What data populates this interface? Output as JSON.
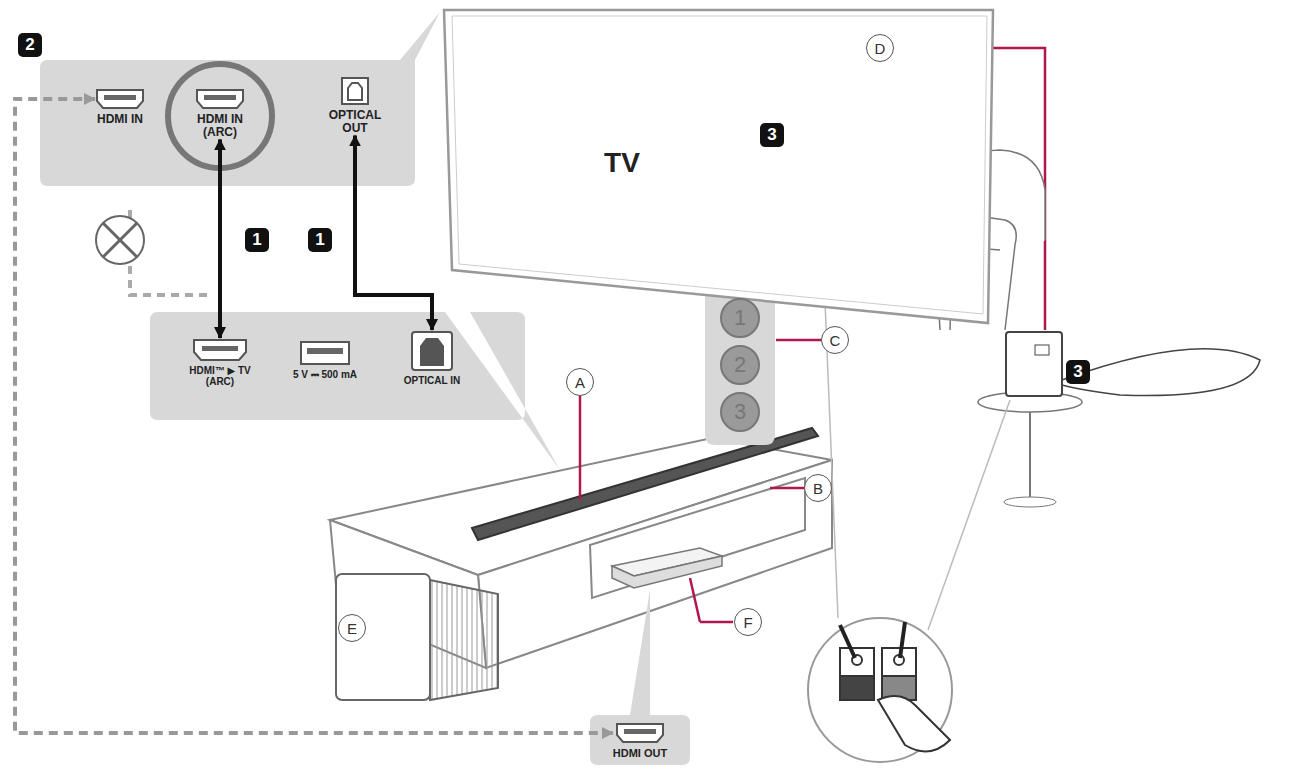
{
  "diagram": {
    "nodes": [
      {
        "text": [
          "TV"
        ]
      },
      {
        "text": [
          "HDMI IN"
        ]
      },
      {
        "text": [
          "HDMI IN (ARC)"
        ]
      },
      {
        "text": [
          "OPTICAL OUT"
        ]
      },
      {
        "text": [
          "HDMI™ ▶ TV (ARC)"
        ]
      },
      {
        "text": [
          "5 V ⎓ 500 mA"
        ]
      },
      {
        "text": [
          "OPTICAL IN"
        ]
      },
      {
        "text": [
          "HDMI OUT"
        ]
      }
    ],
    "edges": [
      {
        "from": 2,
        "to": 4,
        "arrow": "both"
      },
      {
        "from": 3,
        "to": 6,
        "arrow": "both"
      },
      {
        "from": 7,
        "to": 1,
        "arrow": "both"
      }
    ],
    "labels": [
      "2",
      "1",
      "1",
      "C",
      "1",
      "2",
      "3",
      "A",
      "B",
      "F",
      "E",
      "D",
      "3",
      "3"
    ]
  }
}
